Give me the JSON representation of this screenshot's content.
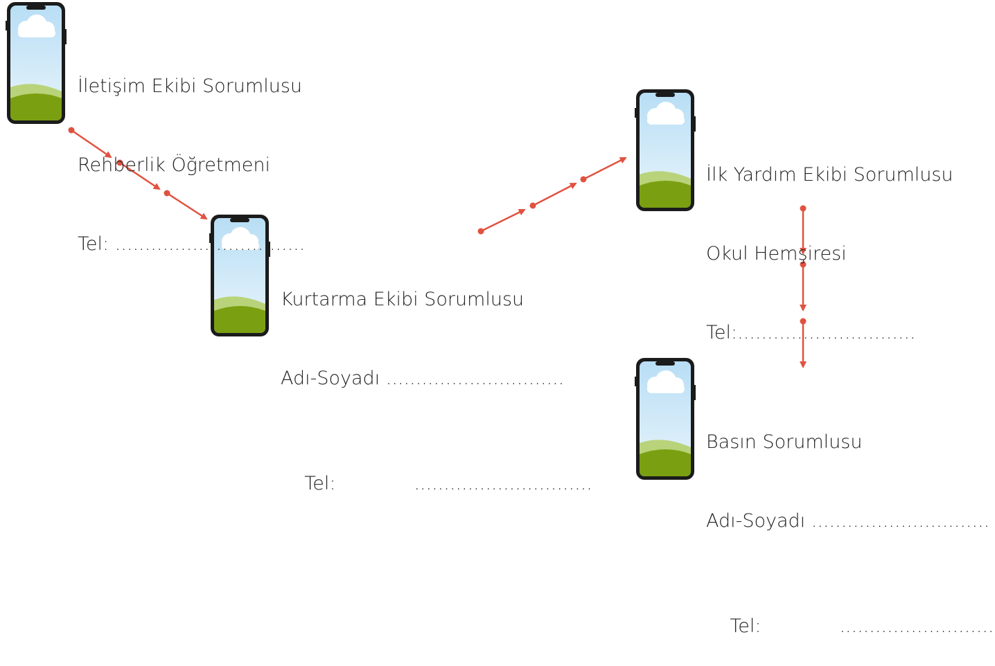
{
  "colors": {
    "connector": "#e0523f",
    "phone_frame": "#1b1b1b",
    "sky_top": "#bfe3f7",
    "grass": "#7aa012"
  },
  "nodes": {
    "iletisim": {
      "line1": "İletişim Ekibi Sorumlusu",
      "line2": "Rehberlik Öğretmeni",
      "tel": "Tel: ................................"
    },
    "kurtarma": {
      "line1": "Kurtarma Ekibi Sorumlusu",
      "line2": "Adı-Soyadı ..............................",
      "tel_label": "Tel:",
      "tel_dots": ".............................."
    },
    "ilkyardim": {
      "line1": "İlk Yardım Ekibi Sorumlusu",
      "line2": "Okul Hemşiresi",
      "tel": "Tel:.............................."
    },
    "basin": {
      "line1": "Basın Sorumlusu",
      "line2": "Adı-Soyadı ..............................",
      "tel_label": "Tel:",
      "tel_dots": ".............................."
    }
  },
  "icons": {
    "phone": "smartphone-icon",
    "connector": "dotted-arrow-icon"
  }
}
